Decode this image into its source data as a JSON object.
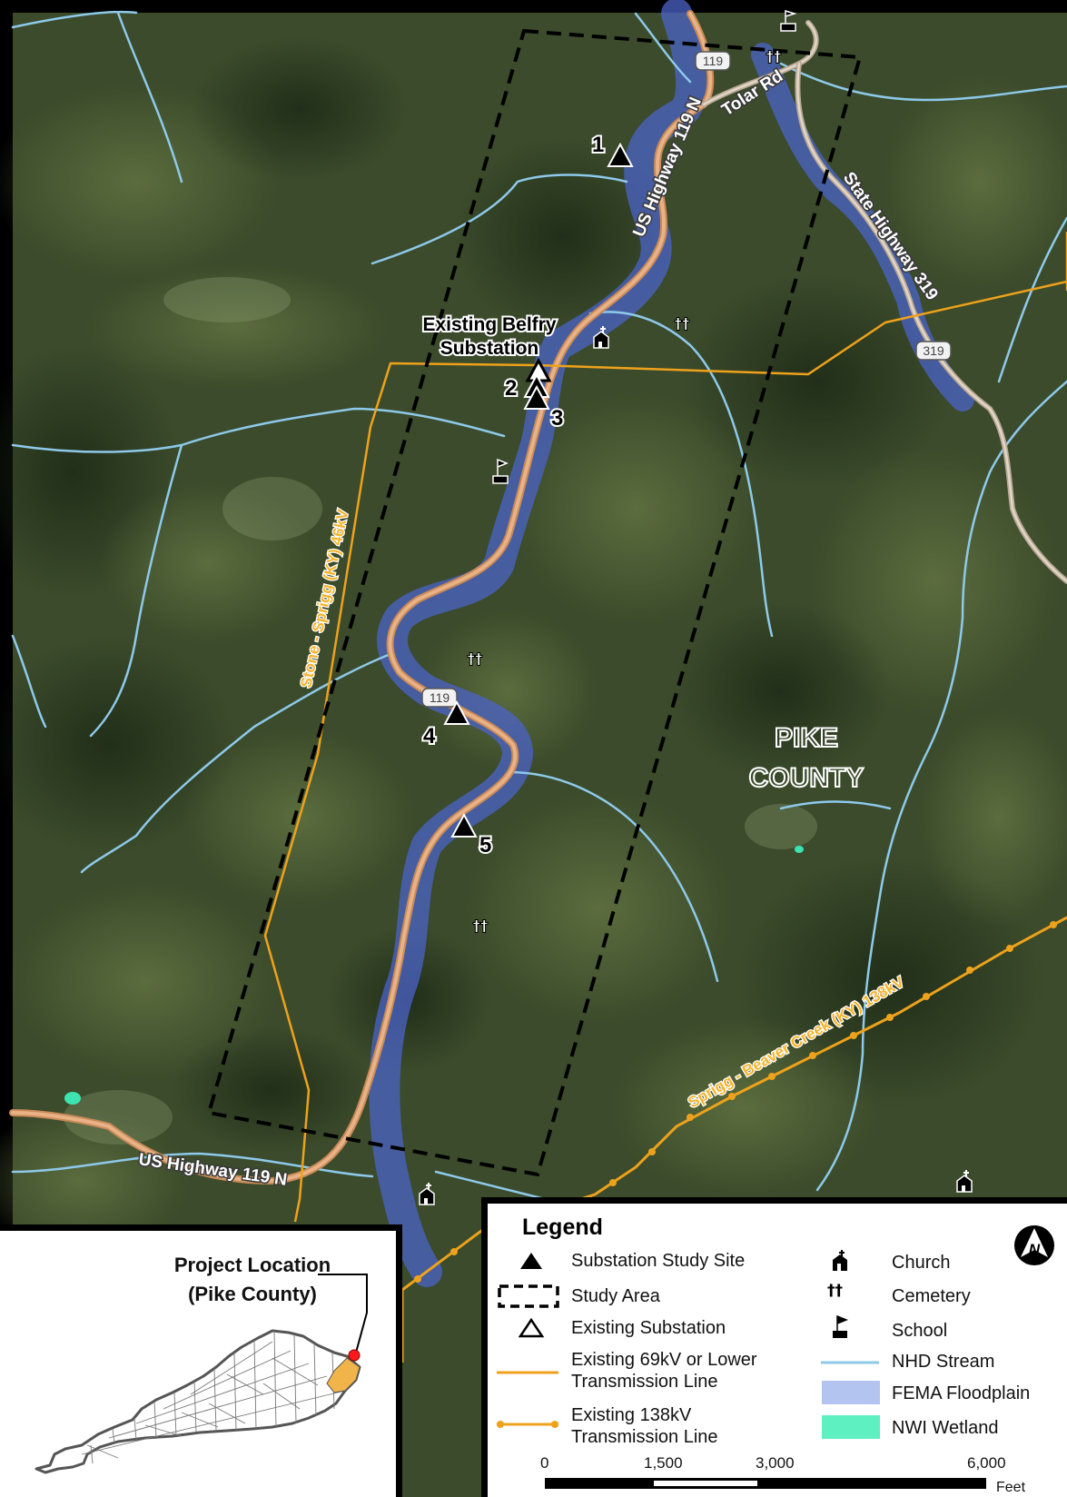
{
  "map": {
    "road_labels": {
      "us119_top": "US Highway 119 N",
      "us119_bottom": "US Highway 119 N",
      "tolar": "Tolar Rd",
      "sh319": "State Highway 319",
      "shield_119_top": "119",
      "shield_119_mid": "119",
      "shield_319": "319"
    },
    "line_labels": {
      "stone_sprigg": "Stone - Sprigg (KY) 46kV",
      "sprigg_beaver": "Sprigg - Beaver Creek (KY) 138kV"
    },
    "county_label": [
      "PIKE",
      "COUNTY"
    ],
    "substation_label": [
      "Existing Belfry",
      "Substation"
    ],
    "sites": [
      "1",
      "2",
      "3",
      "4",
      "5"
    ],
    "colors": {
      "forest_dark": "#2e3d24",
      "forest_mid": "#46572f",
      "stream": "#8ec9ea",
      "floodplain": "#4b63c8",
      "road": "#d79a68",
      "transmission": "#eea21c",
      "wetland": "#3de3b0",
      "county_highlight": "#f0b44a",
      "project_point": "#ff1a1a"
    }
  },
  "legend": {
    "title": "Legend",
    "items_left": [
      "Substation Study Site",
      "Study Area",
      "Existing Substation",
      "Existing 69kV or Lower",
      "Transmission Line",
      "Existing 138kV",
      "Transmission Line"
    ],
    "items_right": [
      "Church",
      "Cemetery",
      "School",
      "NHD Stream",
      "FEMA Floodplain",
      "NWI Wetland"
    ],
    "scale": {
      "ticks": [
        "0",
        "1,500",
        "3,000",
        "6,000"
      ],
      "unit": "Feet"
    },
    "north_icon": "north-arrow-icon"
  },
  "inset": {
    "title_line1": "Project Location",
    "title_line2": "(Pike County)"
  }
}
